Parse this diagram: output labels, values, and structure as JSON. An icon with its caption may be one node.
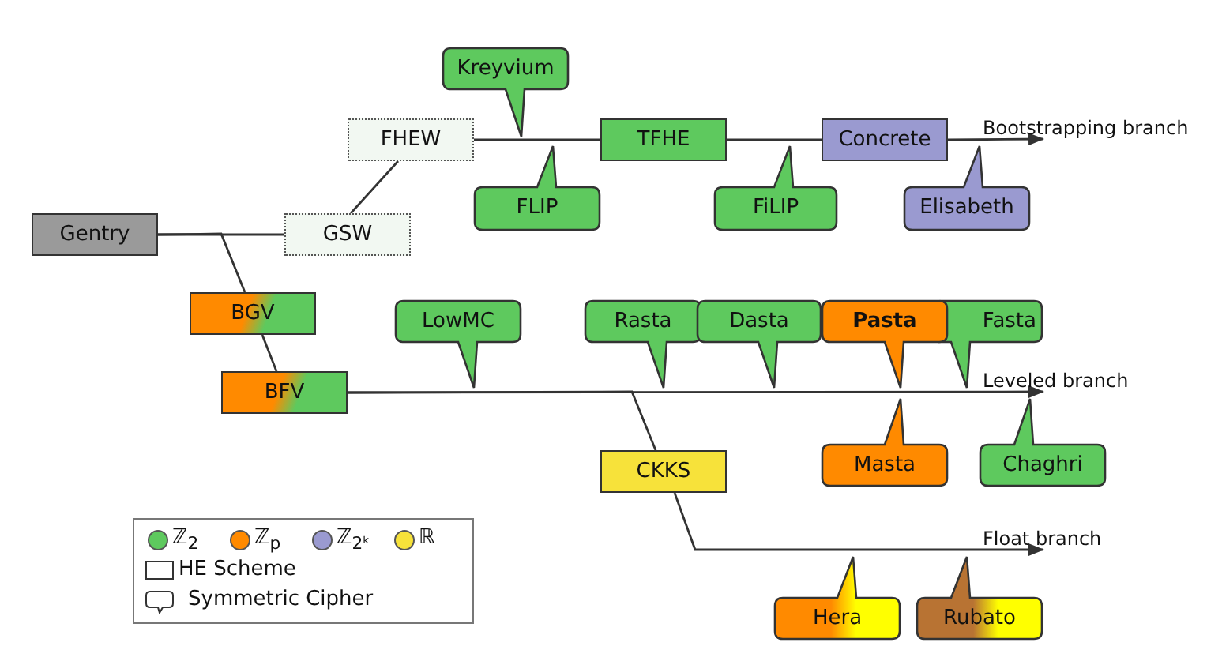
{
  "diagram": {
    "nodes": [
      {
        "text": [
          "Kreyvium"
        ]
      },
      {
        "text": [
          "FHEW"
        ]
      },
      {
        "text": [
          "TFHE"
        ]
      },
      {
        "text": [
          "Concrete"
        ]
      },
      {
        "text": [
          "Bootstrapping branch"
        ]
      },
      {
        "text": [
          "Gentry"
        ]
      },
      {
        "text": [
          "GSW"
        ]
      },
      {
        "text": [
          "FLIP"
        ]
      },
      {
        "text": [
          "FiLIP"
        ]
      },
      {
        "text": [
          "Elisabeth"
        ]
      },
      {
        "text": [
          "BGV"
        ]
      },
      {
        "text": [
          "LowMC"
        ]
      },
      {
        "text": [
          "Rasta"
        ]
      },
      {
        "text": [
          "Dasta"
        ]
      },
      {
        "text": [
          "Pasta"
        ]
      },
      {
        "text": [
          "Fasta"
        ]
      },
      {
        "text": [
          "BFV"
        ]
      },
      {
        "text": [
          "Leveled branch"
        ]
      },
      {
        "text": [
          "CKKS"
        ]
      },
      {
        "text": [
          "Masta"
        ]
      },
      {
        "text": [
          "Chaghri"
        ]
      },
      {
        "text": [
          "Float branch"
        ]
      },
      {
        "text": [
          "Hera"
        ]
      },
      {
        "text": [
          "Rubato"
        ]
      }
    ],
    "edges": [
      {
        "from": 5,
        "to": 6,
        "arrow": "none"
      },
      {
        "from": 6,
        "to": 1,
        "arrow": "none"
      },
      {
        "from": 1,
        "to": 2,
        "arrow": "none"
      },
      {
        "from": 2,
        "to": 3,
        "arrow": "none"
      },
      {
        "from": 3,
        "to": 4,
        "arrow": "to"
      },
      {
        "from": 5,
        "to": 10,
        "arrow": "none"
      },
      {
        "from": 10,
        "to": 16,
        "arrow": "none"
      },
      {
        "from": 16,
        "to": 17,
        "arrow": "to"
      },
      {
        "from": 16,
        "to": 18,
        "arrow": "none"
      },
      {
        "from": 18,
        "to": 21,
        "arrow": "to"
      }
    ],
    "legend": [
      {
        "text": "ℤ$_{2}$",
        "color": "#5ec95e"
      },
      {
        "text": "ℤ$_{p}$",
        "color": "#ff8a00"
      },
      {
        "text": "ℤ$_{2ᵏ}$",
        "color": "#9a9ad0"
      },
      {
        "text": "ℝ",
        "color": "#f7e23a"
      },
      {
        "text": "HE Scheme"
      },
      {
        "text": "Symmetric Cipher"
      }
    ]
  }
}
